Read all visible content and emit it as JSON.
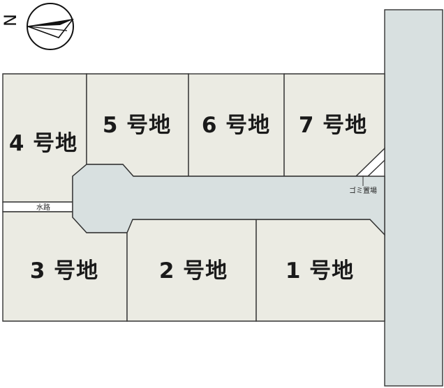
{
  "map": {
    "north_label": "N",
    "colors": {
      "lot_fill": "#ebebe3",
      "road_fill": "#d8e0e0",
      "outline": "#333333"
    },
    "lots": [
      {
        "id": "4",
        "label": "4 号地"
      },
      {
        "id": "5",
        "label": "5 号地"
      },
      {
        "id": "6",
        "label": "6 号地"
      },
      {
        "id": "7",
        "label": "7 号地"
      },
      {
        "id": "3",
        "label": "3 号地"
      },
      {
        "id": "2",
        "label": "2 号地"
      },
      {
        "id": "1",
        "label": "1 号地"
      }
    ],
    "waterway_label": "水路",
    "garbage_label": "ゴミ置場"
  }
}
